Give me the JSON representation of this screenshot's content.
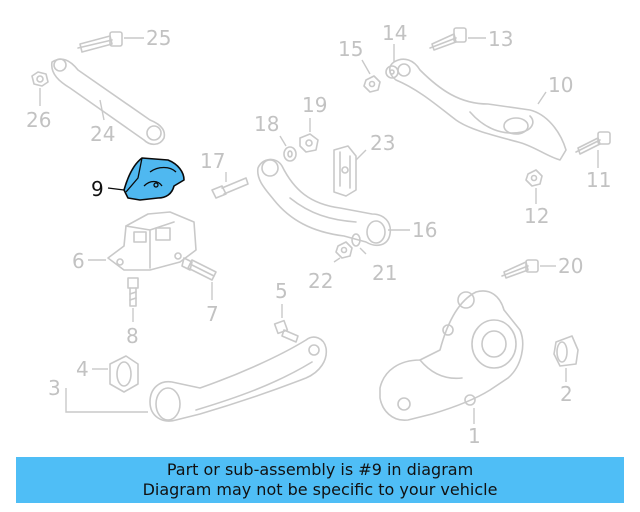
{
  "diagram": {
    "highlighted_callout": "9",
    "highlight_color": "#4fb8f0",
    "callouts": [
      "1",
      "2",
      "3",
      "4",
      "5",
      "6",
      "7",
      "8",
      "9",
      "10",
      "11",
      "12",
      "13",
      "14",
      "15",
      "16",
      "17",
      "18",
      "19",
      "20",
      "21",
      "22",
      "23",
      "24",
      "25",
      "26"
    ]
  },
  "banner": {
    "line1": "Part or sub-assembly is #9 in diagram",
    "line2": "Diagram may not be specific to your vehicle",
    "color": "#4fbef6"
  }
}
